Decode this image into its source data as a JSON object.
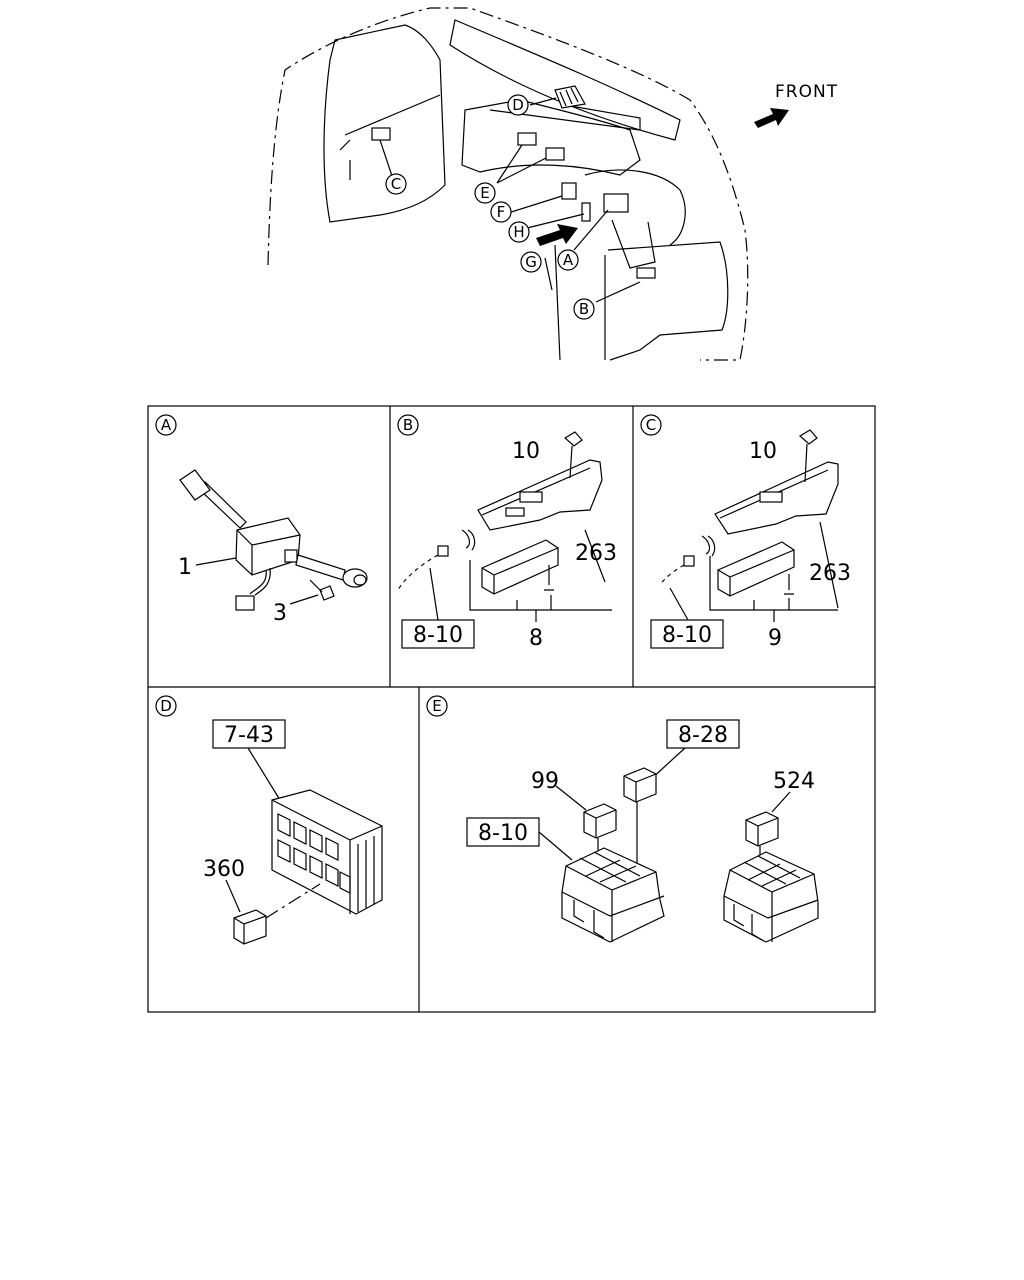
{
  "overview": {
    "direction_label": "FRONT",
    "callouts": [
      "A",
      "B",
      "C",
      "D",
      "E",
      "F",
      "G",
      "H"
    ]
  },
  "panels": {
    "A": {
      "badge": "A",
      "labels": [
        "1",
        "3"
      ]
    },
    "B": {
      "badge": "B",
      "labels": [
        "10",
        "263",
        "8"
      ],
      "ref": "8-10"
    },
    "C": {
      "badge": "C",
      "labels": [
        "10",
        "263",
        "9"
      ],
      "ref": "8-10"
    },
    "D": {
      "badge": "D",
      "labels": [
        "360"
      ],
      "ref": "7-43"
    },
    "E": {
      "badge": "E",
      "labels": [
        "99",
        "524"
      ],
      "refs": [
        "8-28",
        "8-10"
      ]
    }
  }
}
